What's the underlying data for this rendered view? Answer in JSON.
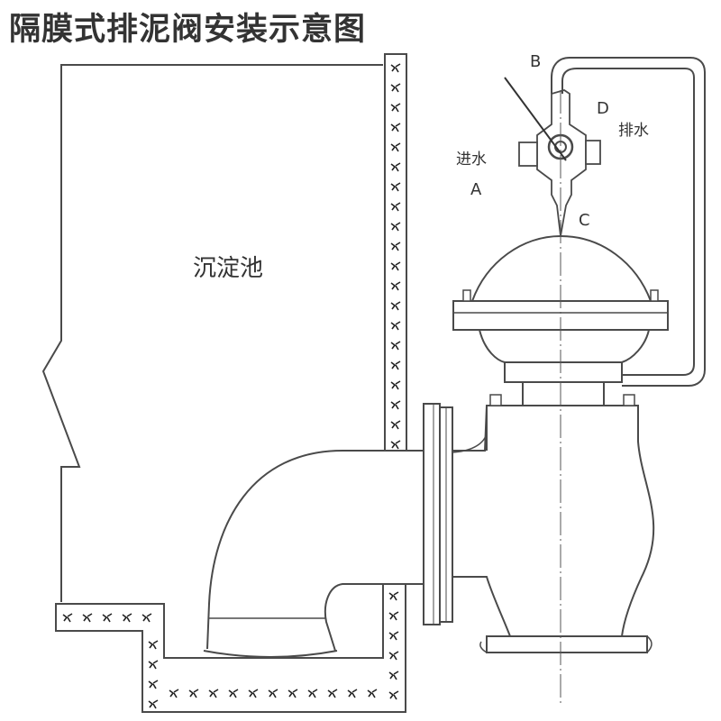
{
  "title": "隔膜式排泥阀安装示意图",
  "labels": {
    "tank": "沉淀池",
    "point_a_text": "进水",
    "point_a": "A",
    "point_b": "B",
    "point_c": "C",
    "point_d": "D",
    "point_d_text": "排水"
  },
  "colors": {
    "line": "#4a4a4a",
    "text": "#333333",
    "hatch_glyph": "#222222"
  }
}
